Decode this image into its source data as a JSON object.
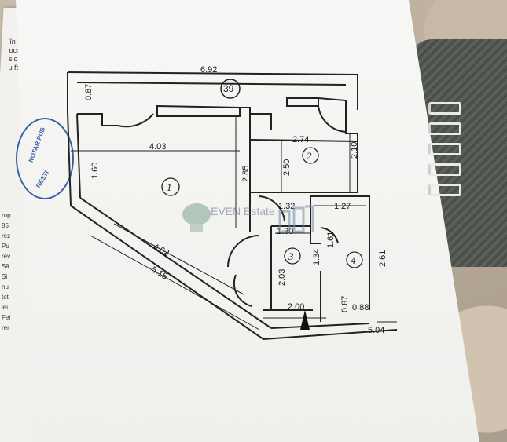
{
  "plan": {
    "apartment_number": "39",
    "overall_width": "6.92",
    "bottom_width": "5.04",
    "room_numbers": [
      "1",
      "2",
      "3",
      "4"
    ],
    "dims": {
      "d_087_top": "0.87",
      "d_403": "4.03",
      "d_160": "1.60",
      "d_285": "2.85",
      "d_274": "2.74",
      "d_250": "2.50",
      "d_210": "2.10",
      "d_132": "1.32",
      "d_127": "1.27",
      "d_130": "1.30",
      "d_161": "1.61",
      "d_462": "4.62",
      "d_515": "5.15",
      "d_203": "2.03",
      "d_134": "1.34",
      "d_261": "2.61",
      "d_200": "2.00",
      "d_087_b": "0.87",
      "d_088": "0.88"
    }
  },
  "left_sheet_lines": [
    "în Mun.",
    "ocietății",
    "sionale",
    "u fost"
  ],
  "left_margin_lines": [
    "rop",
    "85",
    "rez",
    "Pu",
    "rev",
    "Sâ",
    "Și",
    "nu",
    "tot",
    "lei",
    "Fei",
    "rer"
  ],
  "stamp": {
    "line1": "NOTAR PUB",
    "line2": "REȘTI"
  },
  "watermark": {
    "text": "EVEN Estate"
  },
  "colors": {
    "ink": "#222222",
    "stamp_blue": "#3a5fa8",
    "paper": "#f4f4f2"
  }
}
